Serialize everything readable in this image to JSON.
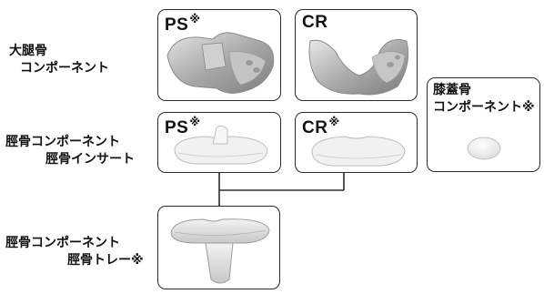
{
  "labels": {
    "femoral_line1": "大腿骨",
    "femoral_line2": "コンポーネント",
    "tibial_insert_line1": "脛骨コンポーネント",
    "tibial_insert_line2": "脛骨インサート",
    "tibial_tray_line1": "脛骨コンポーネント",
    "tibial_tray_line2": "脛骨トレー※",
    "patella_line1": "膝蓋骨",
    "patella_line2": "コンポーネント※"
  },
  "boxes": {
    "femoral_ps": "PS",
    "femoral_ps_mark": "※",
    "femoral_cr": "CR",
    "insert_ps": "PS",
    "insert_ps_mark": "※",
    "insert_cr": "CR",
    "insert_cr_mark": "※"
  },
  "colors": {
    "border": "#2b2b2b",
    "metal": "#9a9a9a",
    "metal_light": "#d8d8d8",
    "poly": "#efefef"
  }
}
